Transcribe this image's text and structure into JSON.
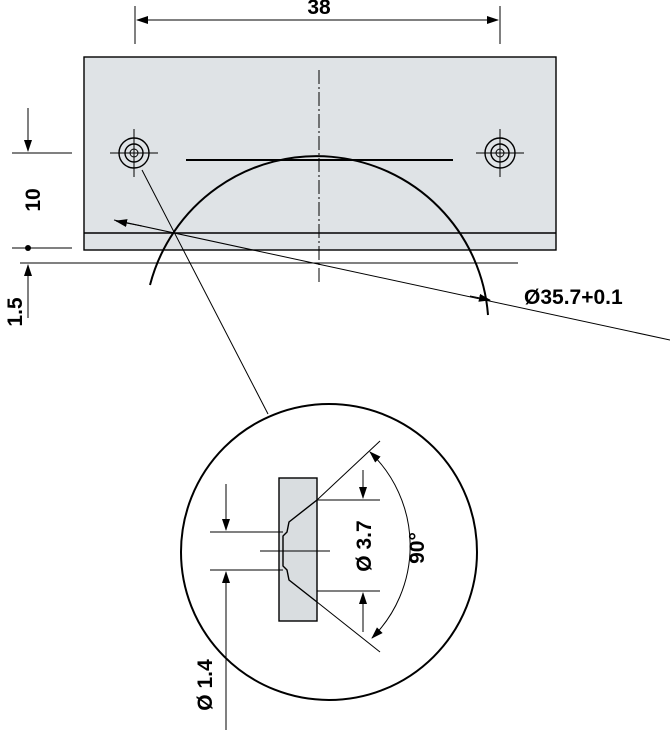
{
  "dimensions": {
    "width_label": "38",
    "depth_label": "10",
    "offset_label": "1.5",
    "bore_diameter_label": "Ø35.7+0.1",
    "hole_diameter_label": "Ø 3.7",
    "countersink_angle_label": "90°",
    "pilot_diameter_label": "Ø 1.4"
  },
  "colors": {
    "plate_fill": "#dfe3e6",
    "section_fill": "#d9dde0",
    "line": "#000000"
  }
}
